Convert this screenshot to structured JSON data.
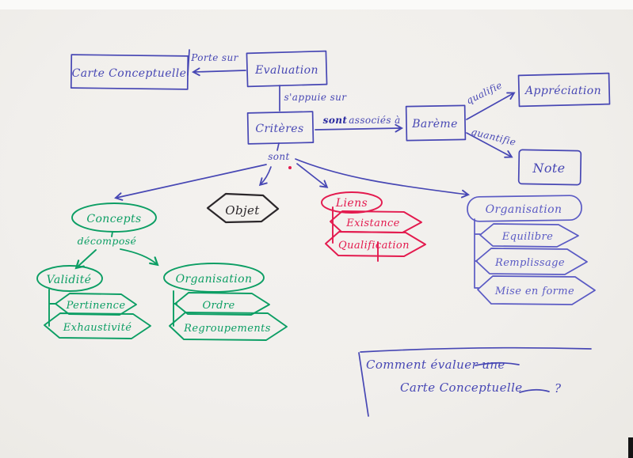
{
  "colors": {
    "paper": "#f1efec",
    "blue_ink": "#4747b4",
    "violet_ink": "#5a5ac4",
    "green_ink": "#0c9e64",
    "red_ink": "#e31a4e",
    "black_ink": "#2b272a",
    "bold_blue_ink": "#2a2aa0"
  },
  "nodes": {
    "carte_conceptuelle": "Carte Conceptuelle",
    "evaluation": "Evaluation",
    "criteres": "Critères",
    "bareme": "Barème",
    "appreciation": "Appréciation",
    "note": "Note",
    "objet": "Objet",
    "concepts": "Concepts",
    "validite": "Validité",
    "pertinence": "Pertinence",
    "exhaustivite": "Exhaustivité",
    "organisation_concepts": "Organisation",
    "ordre": "Ordre",
    "regroupements": "Regroupements",
    "liens": "Liens",
    "existance": "Existance",
    "qualification": "Qualification",
    "organisation_globale": "Organisation",
    "equilibre": "Equilibre",
    "remplissage": "Remplissage",
    "mise_en_forme": "Mise en forme"
  },
  "edge_labels": {
    "porte_sur": "Porte sur",
    "s_appuie_sur": "s'appuie sur",
    "sont_bold": "sont",
    "associes_a": "associés à",
    "qualifie": "qualifie",
    "quantifie": "quantifie",
    "sont": "sont",
    "decompose": "décomposé"
  },
  "question": {
    "line1": "Comment évaluer une",
    "line2": "Carte Conceptuelle",
    "qmark": "?"
  }
}
